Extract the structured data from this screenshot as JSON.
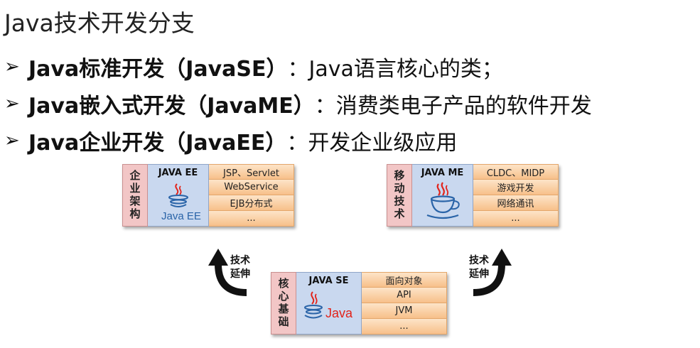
{
  "title": "Java技术开发分支",
  "bullets": [
    {
      "marker": "➢",
      "bold": "Java标准开发（JavaSE）",
      "normal": "：Java语言核心的类；"
    },
    {
      "marker": "➢",
      "bold": "Java嵌入式开发（JavaME）",
      "normal": "：消费类电子产品的软件开发"
    },
    {
      "marker": "➢",
      "bold": "Java企业开发（JavaEE）",
      "normal": "：开发企业级应用"
    }
  ],
  "modules": {
    "ee": {
      "side_label": "企业架构",
      "header": "JAVA EE",
      "logo_text": "Java EE",
      "items": [
        "JSP、Servlet",
        "WebService",
        "EJB分布式",
        "..."
      ]
    },
    "me": {
      "side_label": "移动技术",
      "header": "JAVA ME",
      "items": [
        "CLDC、MIDP",
        "游戏开发",
        "网络通讯",
        "..."
      ]
    },
    "se": {
      "side_label": "核心基础",
      "header": "JAVA SE",
      "logo_text": "Java",
      "items": [
        "面向对象",
        "API",
        "JVM",
        "..."
      ]
    }
  },
  "arrows": {
    "left": {
      "line1": "技术",
      "line2": "延伸"
    },
    "right": {
      "line1": "技术",
      "line2": "延伸"
    }
  },
  "colors": {
    "side": "#f2c6c6",
    "logo": "#c9d8ef",
    "item": "#f7c08a",
    "arrow": "#111111",
    "java_red": "#e2231a",
    "java_blue": "#2a64a8"
  }
}
